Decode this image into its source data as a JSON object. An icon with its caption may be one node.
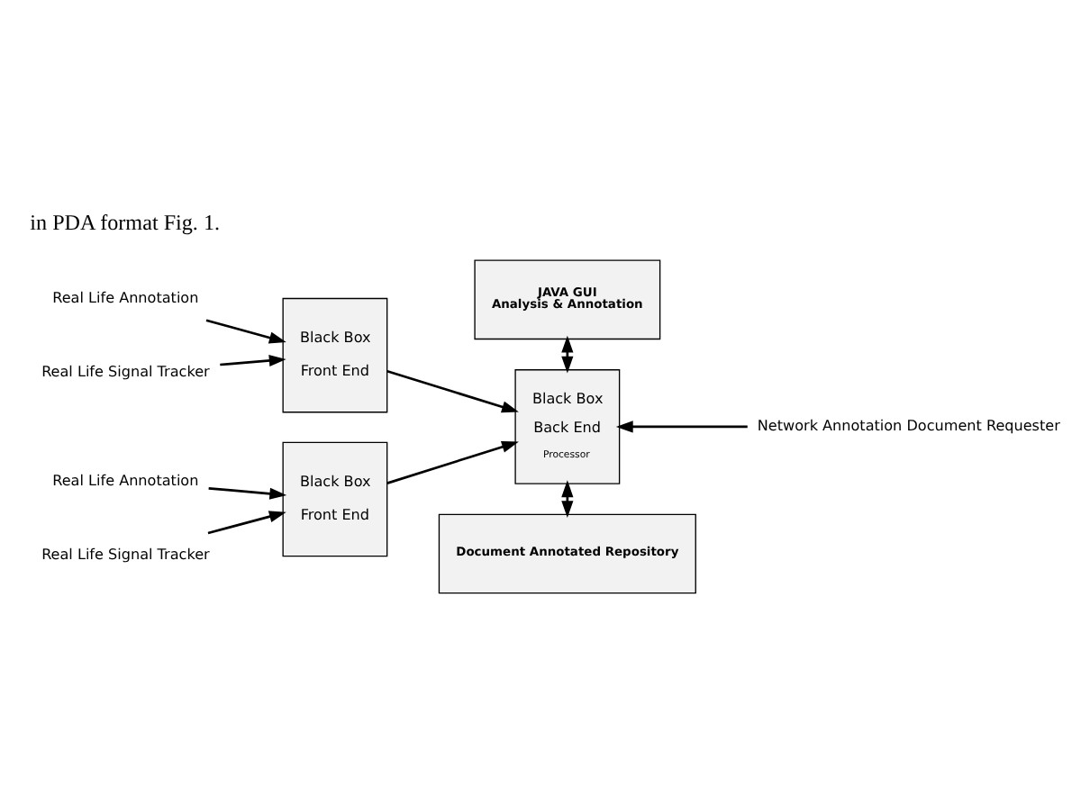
{
  "diagram": {
    "nodes": [
      {
        "text": [
          "Real Life Annotation"
        ]
      },
      {
        "text": [
          "Real Life Signal Tracker"
        ]
      },
      {
        "text": [
          "Black Box",
          "Front End"
        ]
      },
      {
        "text": [
          "Real Life Annotation"
        ]
      },
      {
        "text": [
          "Real Life Signal Tracker"
        ]
      },
      {
        "text": [
          "Black Box",
          "Front End"
        ]
      },
      {
        "text": [
          "JAVA GUI",
          "Analysis & Annotation"
        ]
      },
      {
        "text": [
          "Black Box",
          "Back End",
          "Processor"
        ]
      },
      {
        "text": [
          "Network Annotation Document Requester"
        ]
      },
      {
        "text": [
          "Document Annotated Repository"
        ]
      }
    ],
    "edges": [
      {
        "from": 0,
        "to": 2,
        "arrow": "to"
      },
      {
        "from": 1,
        "to": 2,
        "arrow": "to"
      },
      {
        "from": 3,
        "to": 5,
        "arrow": "to"
      },
      {
        "from": 4,
        "to": 5,
        "arrow": "to"
      },
      {
        "from": 2,
        "to": 7,
        "arrow": "to"
      },
      {
        "from": 5,
        "to": 7,
        "arrow": "to"
      },
      {
        "from": 6,
        "to": 7,
        "arrow": "both"
      },
      {
        "from": 8,
        "to": 7,
        "arrow": "to"
      },
      {
        "from": 7,
        "to": 9,
        "arrow": "both"
      }
    ],
    "labels": [
      "in PDA format Fig. 1."
    ]
  }
}
